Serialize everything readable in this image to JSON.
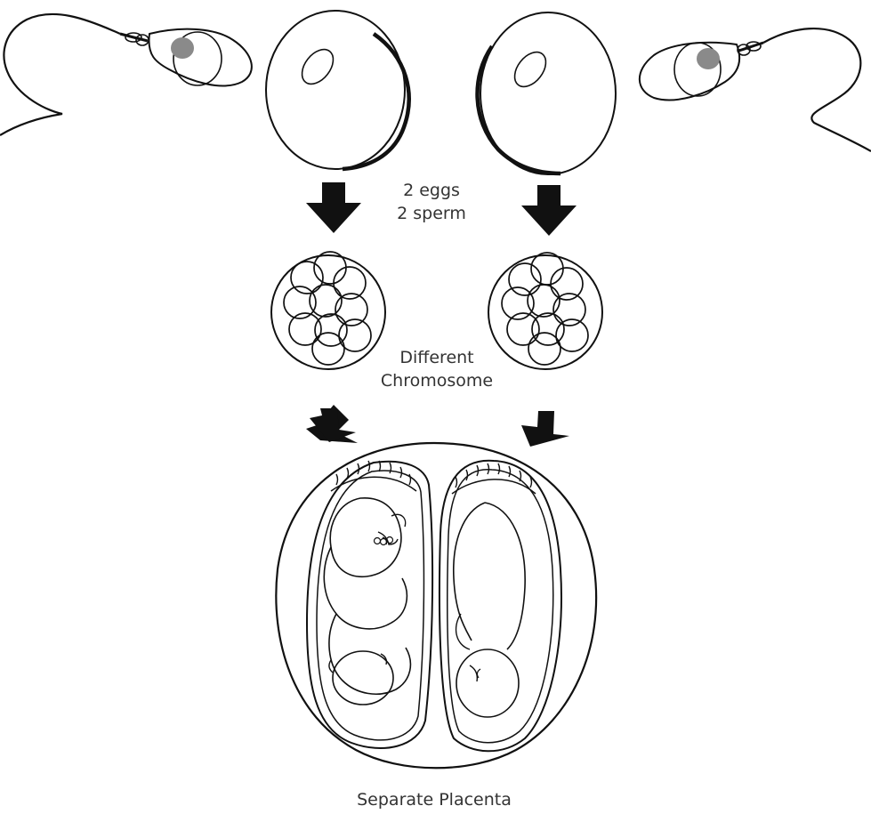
{
  "diagram": {
    "labels": {
      "gametes_line1": "2 eggs",
      "gametes_line2": "2 sperm",
      "chromosome_line1": "Different",
      "chromosome_line2": "Chromosome",
      "placenta": "Separate Placenta"
    },
    "icons": {
      "sperm": "sperm-icon",
      "egg": "egg-cell-icon",
      "arrow": "down-arrow-icon",
      "morula": "morula-cluster-icon",
      "womb": "womb-twins-icon"
    },
    "colors": {
      "stroke": "#111111",
      "sperm_nucleus": "#8a8a8a",
      "label_text": "#333333"
    }
  }
}
